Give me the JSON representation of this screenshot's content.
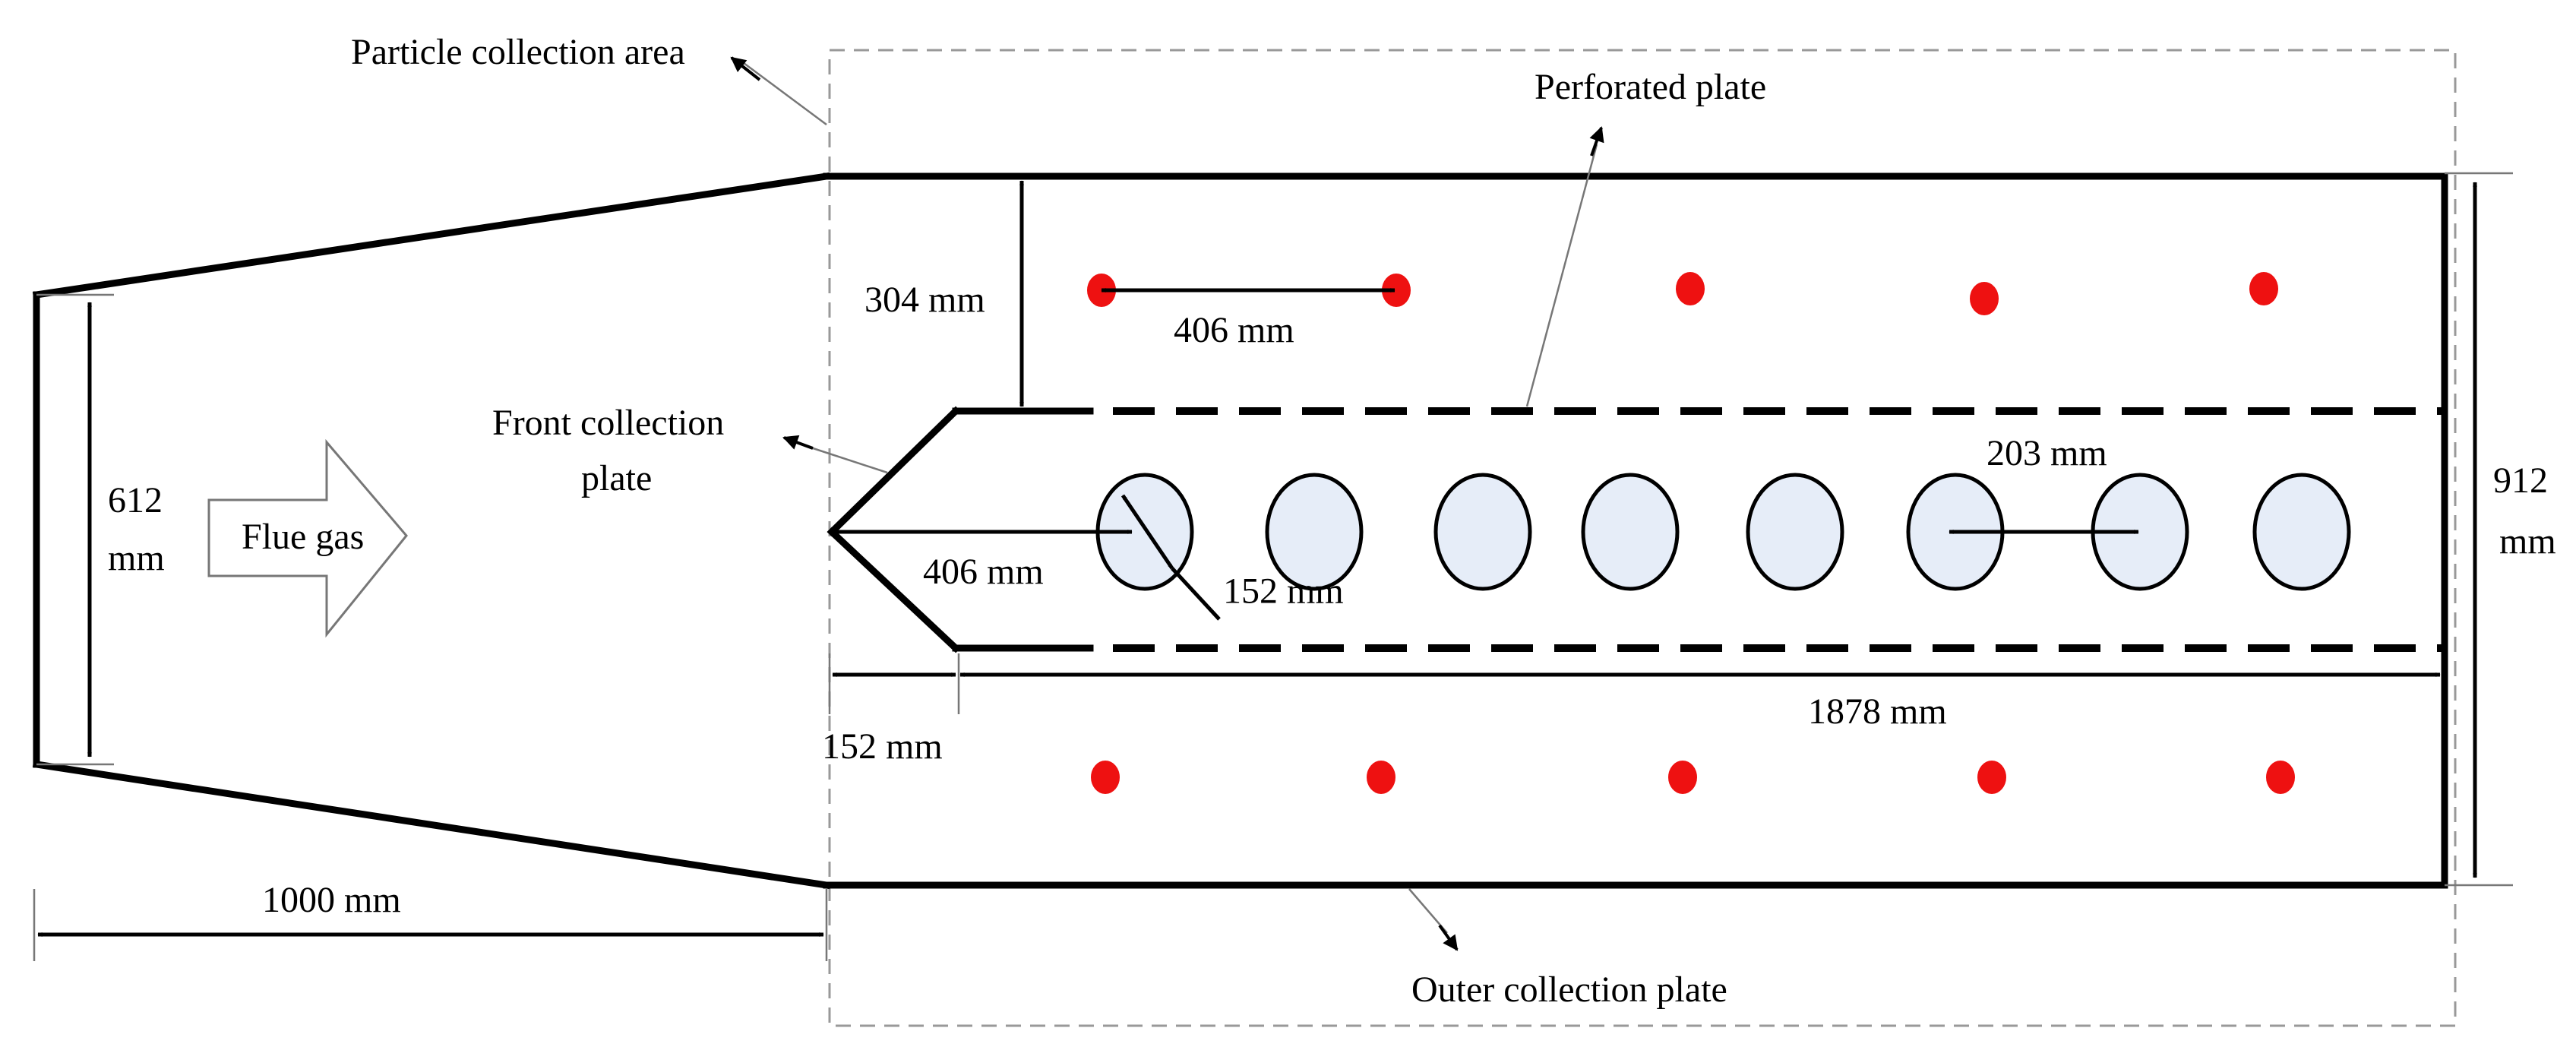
{
  "labels": {
    "particle_collection_area": "Particle collection area",
    "perforated_plate": "Perforated plate",
    "front_collection_plate_line1": "Front collection",
    "front_collection_plate_line2": "plate",
    "outer_collection_plate": "Outer collection plate",
    "flue_gas": "Flue gas"
  },
  "dimensions": {
    "inlet_height_value": "612",
    "inlet_height_unit": "mm",
    "gap_top": "304 mm",
    "electrode_spacing_top": "406 mm",
    "front_plate_length": "406 mm",
    "tube_diameter": "152 mm",
    "tube_spacing": "203 mm",
    "total_height_value": "912",
    "total_height_unit": "mm",
    "front_offset": "152 mm",
    "perforated_length": "1878 mm",
    "inlet_length": "1000 mm"
  },
  "colors": {
    "electrode": "#ee1111",
    "tube_fill": "#e6edf8",
    "wall": "#000000",
    "boundary": "#999999"
  },
  "electrodes": {
    "top_row_count": 5,
    "bottom_row_count": 5
  },
  "tubes": {
    "count": 8
  }
}
